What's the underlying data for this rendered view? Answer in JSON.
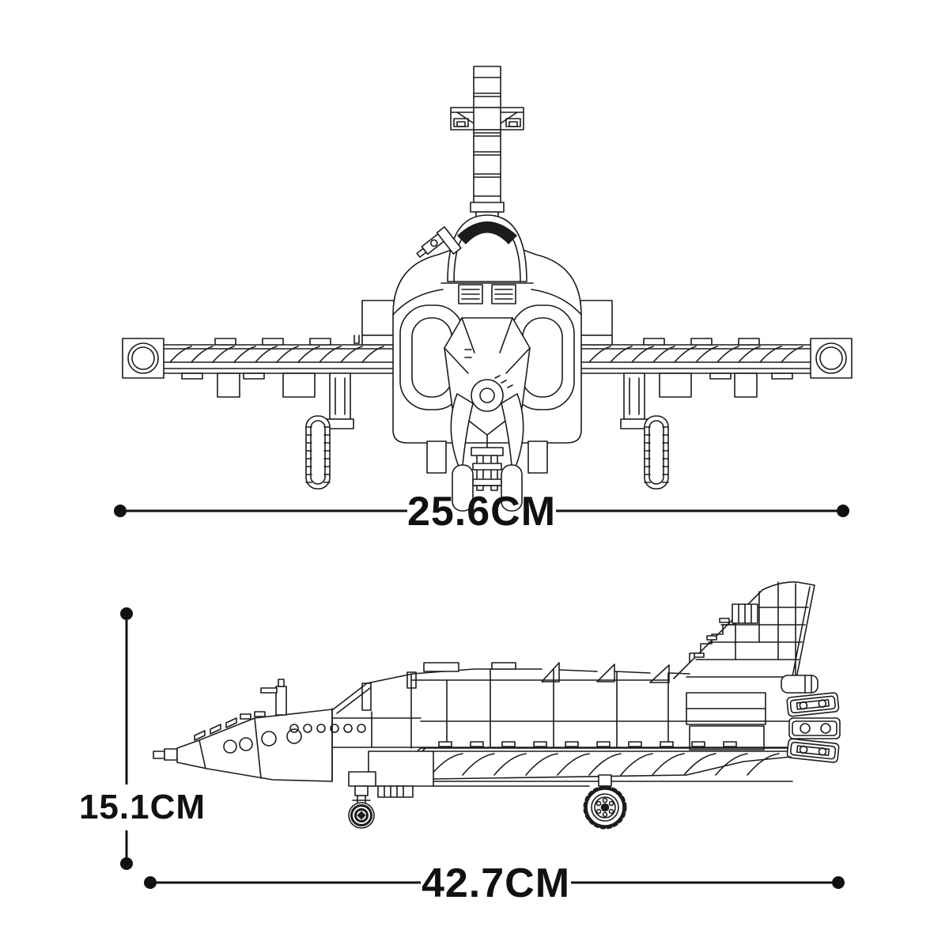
{
  "diagram": {
    "type": "product dimension line drawing",
    "views": {
      "front": {
        "id": "front-view"
      },
      "side": {
        "id": "side-view"
      }
    },
    "dimensions": {
      "wingspan": {
        "label": "25.6CM",
        "value": "25.6",
        "unit": "CM",
        "orientation": "horizontal"
      },
      "height": {
        "label": "15.1CM",
        "value": "15.1",
        "unit": "CM",
        "orientation": "vertical"
      },
      "length": {
        "label": "42.7CM",
        "value": "42.7",
        "unit": "CM",
        "orientation": "horizontal"
      }
    },
    "colors": {
      "line": "#1c1c1c",
      "text": "#111111",
      "background": "#ffffff"
    }
  }
}
